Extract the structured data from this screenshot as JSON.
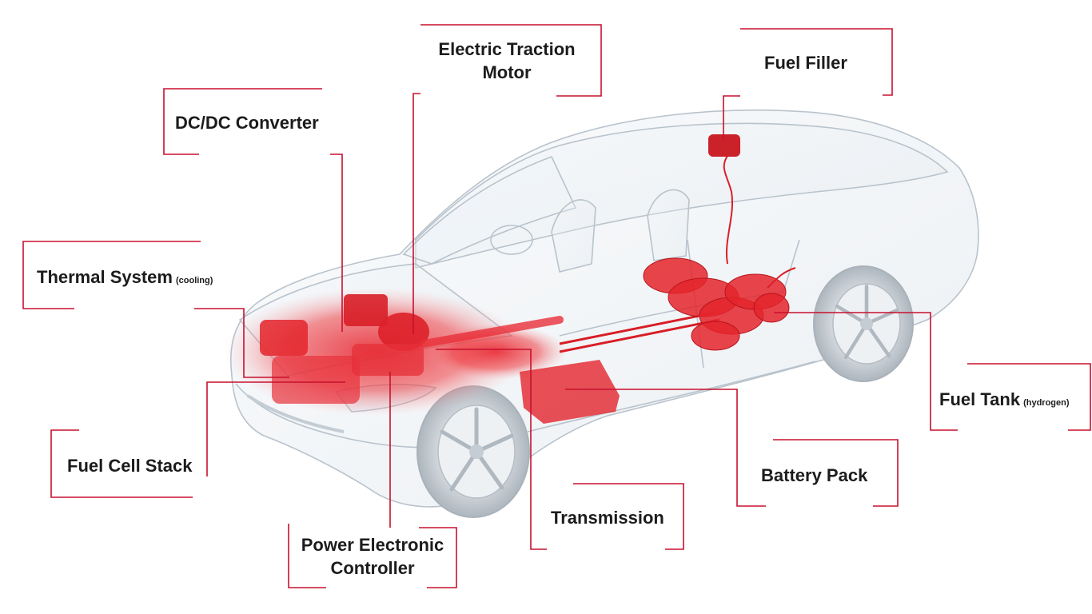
{
  "colors": {
    "callout_line": "#c8102e",
    "component_highlight": "#e8202a",
    "car_outline": "#b9c3cc",
    "label_text": "#1c1c1c"
  },
  "labels": {
    "electric_traction_motor": {
      "line1": "Electric Traction",
      "line2": "Motor"
    },
    "fuel_filler": {
      "text": "Fuel Filler"
    },
    "dc_dc_converter": {
      "text": "DC/DC Converter"
    },
    "thermal_system": {
      "text": "Thermal System",
      "note": "(cooling)"
    },
    "fuel_tank": {
      "text": "Fuel Tank",
      "note": "(hydrogen)"
    },
    "fuel_cell_stack": {
      "text": "Fuel Cell Stack"
    },
    "battery_pack": {
      "text": "Battery Pack"
    },
    "transmission": {
      "text": "Transmission"
    },
    "power_electronic_controller": {
      "line1": "Power Electronic",
      "line2": "Controller"
    }
  }
}
